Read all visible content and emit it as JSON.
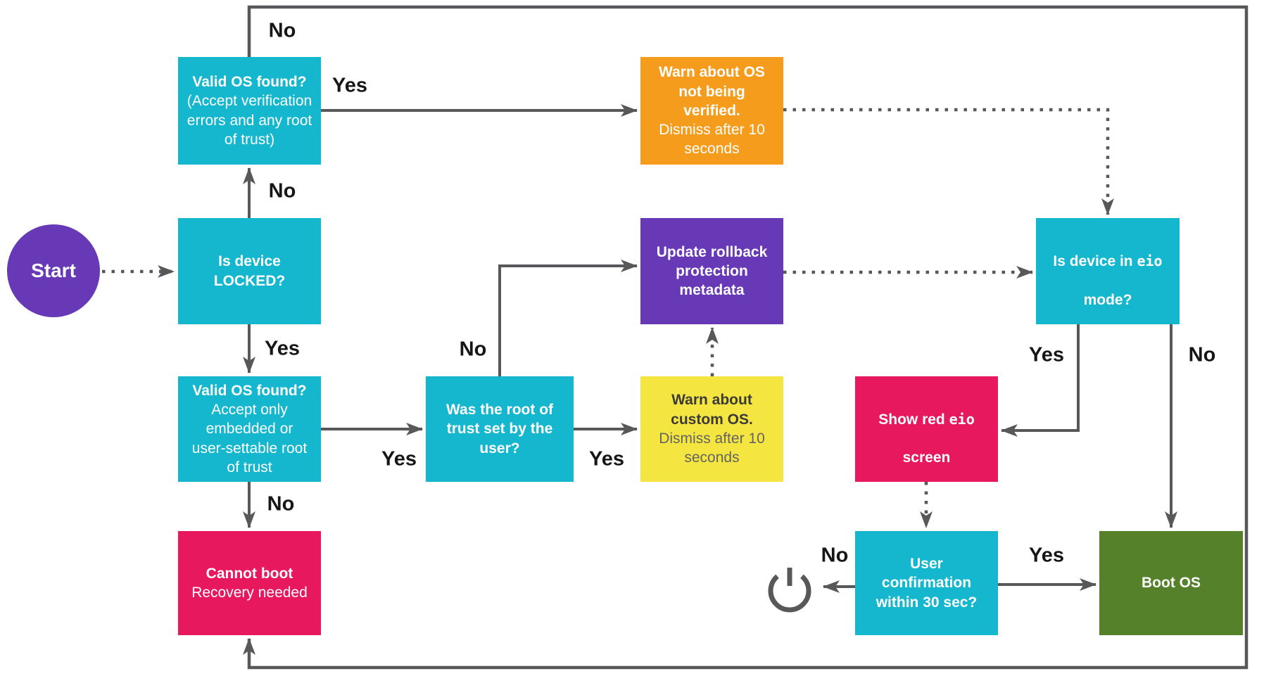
{
  "diagram": {
    "description_nodes": "Android verified boot flowchart",
    "nodes": {
      "start": {
        "label": "Start"
      },
      "is_locked": {
        "title": "Is device\nLOCKED?"
      },
      "valid_os_unlocked": {
        "title": "Valid OS found?",
        "subtitle": "(Accept verification\nerrors and any root\nof trust)"
      },
      "warn_unverified": {
        "title": "Warn about OS\nnot being\nverified.",
        "subtitle": "Dismiss after 10\nseconds"
      },
      "valid_os_locked": {
        "title": "Valid OS found?",
        "subtitle": "Accept only\nembedded or\nuser-settable root\nof trust"
      },
      "root_of_trust": {
        "title": "Was the root of\ntrust set by the\nuser?"
      },
      "warn_custom": {
        "title": "Warn about\ncustom OS.",
        "subtitle": "Dismiss after 10\nseconds"
      },
      "update_rollback": {
        "title": "Update rollback\nprotection\nmetadata"
      },
      "is_eio": {
        "line1_pre": "Is device in ",
        "code": "eio",
        "line2": "mode?"
      },
      "show_red_eio": {
        "line1_pre": "Show red ",
        "code": "eio",
        "line2": "screen"
      },
      "cannot_boot": {
        "title": "Cannot boot",
        "subtitle": "Recovery needed"
      },
      "user_confirm": {
        "title": "User\nconfirmation\nwithin 30 sec?"
      },
      "boot_os": {
        "title": "Boot OS"
      }
    },
    "edge_labels": {
      "unlocked_valid_no": "No",
      "locked_no": "No",
      "unlocked_valid_yes": "Yes",
      "locked_yes": "Yes",
      "locked_valid_yes": "Yes",
      "locked_valid_no": "No",
      "root_no": "No",
      "root_yes": "Yes",
      "eio_yes": "Yes",
      "eio_no": "No",
      "confirm_yes": "Yes",
      "confirm_no": "No"
    },
    "icons": {
      "power": "power-icon"
    },
    "colors": {
      "cyan": "#14B7CD",
      "purple": "#6739B6",
      "orange": "#F69C1C",
      "yellow": "#F5E540",
      "pink": "#E8185E",
      "green": "#56812B",
      "line": "#58585A",
      "label_text": "#161616",
      "yellow_title": "#3A3A3A",
      "yellow_subtitle": "#646464",
      "white_text": "#FFFFFF"
    }
  }
}
